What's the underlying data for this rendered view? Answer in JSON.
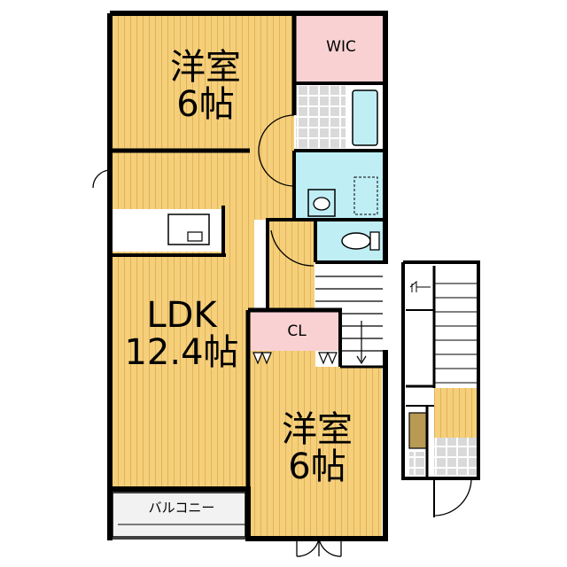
{
  "floor_plan": {
    "rooms": {
      "western_north": {
        "name": "洋室",
        "size": "6帖"
      },
      "western_south": {
        "name": "洋室",
        "size": "6帖"
      },
      "ldk": {
        "name": "LDK",
        "size": "12.4帖"
      },
      "wic": {
        "name": "WIC"
      },
      "closet": {
        "name": "CL"
      },
      "balcony": {
        "name": "バルコニー"
      }
    },
    "colors": {
      "floor_wood": "#f5cf7a",
      "floor_grain": "#e2b25a",
      "wet_area": "#bfeef5",
      "storage": "#f9d1d3",
      "wall": "#000000",
      "tile": "#d9d9d9",
      "stair_brown": "#b89a55"
    }
  }
}
